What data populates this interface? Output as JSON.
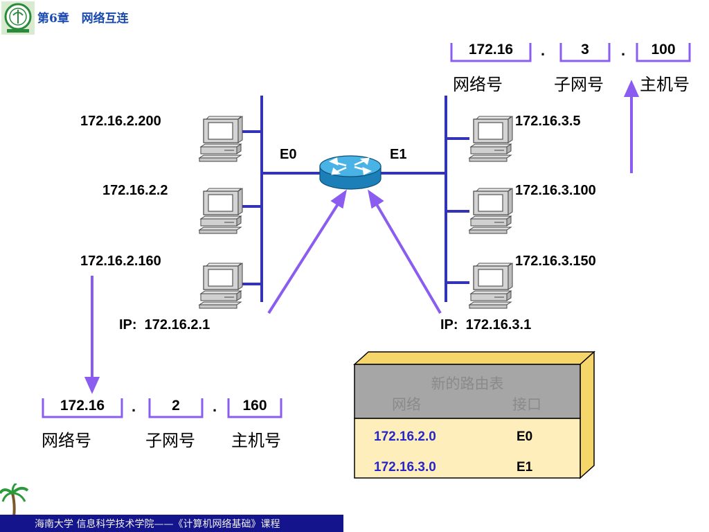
{
  "header": {
    "chapter": "第6章",
    "title": "网络互连"
  },
  "left_hosts": [
    "172.16.2.200",
    "172.16.2.2",
    "172.16.2.160"
  ],
  "right_hosts": [
    "172.16.3.5",
    "172.16.3.100",
    "172.16.3.150"
  ],
  "router": {
    "e0": "E0",
    "e1": "E1"
  },
  "left_ip": "IP:  172.16.2.1",
  "right_ip": "IP:  172.16.3.1",
  "top_addr": {
    "net": "172.16",
    "sub": "3",
    "host": "100",
    "dot": ".",
    "labels": [
      "网络号",
      "子网号",
      "主机号"
    ]
  },
  "bottom_addr": {
    "net": "172.16",
    "sub": "2",
    "host": "160",
    "dot": ".",
    "labels": [
      "网络号",
      "子网号",
      "主机号"
    ]
  },
  "routing_table": {
    "title": "新的路由表",
    "col_network": "网络",
    "col_interface": "接口",
    "rows": [
      {
        "network": "172.16.2.0",
        "interface": "E0"
      },
      {
        "network": "172.16.3.0",
        "interface": "E1"
      }
    ]
  },
  "footer": "海南大学  信息科学技术学院——《计算机网络基础》课程",
  "colors": {
    "link": "#3333b8",
    "arrow": "#8a5cf0",
    "bracket": "#8a5cf0",
    "table_body": "#fdeebb",
    "table_head": "#a6a6a6",
    "footer": "#14148c"
  }
}
